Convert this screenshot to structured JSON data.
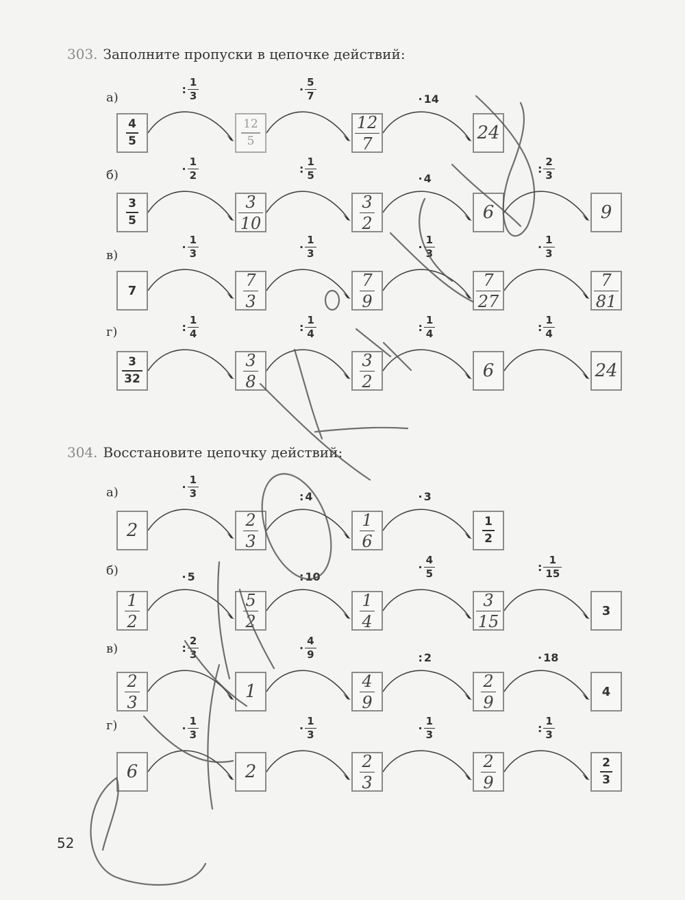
{
  "page_number": "52",
  "tasks": [
    {
      "number": "303.",
      "title": "Заполните пропуски в цепочке действий:",
      "rows": [
        {
          "label": "а)",
          "boxes": [
            {
              "n": "4",
              "d": "5",
              "style": "print"
            },
            {
              "n": "12",
              "d": "5",
              "style": "light"
            },
            {
              "n": "12",
              "d": "7",
              "style": "hw"
            },
            {
              "w": "24",
              "style": "hw"
            }
          ],
          "ops": [
            {
              "sym": ":",
              "n": "1",
              "d": "3"
            },
            {
              "sym": "·",
              "n": "5",
              "d": "7"
            },
            {
              "sym": "·",
              "w": "14"
            }
          ]
        },
        {
          "label": "б)",
          "boxes": [
            {
              "n": "3",
              "d": "5",
              "style": "print"
            },
            {
              "n": "3",
              "d": "10",
              "style": "hw"
            },
            {
              "n": "3",
              "d": "2",
              "style": "hw"
            },
            {
              "w": "6",
              "style": "hw"
            },
            {
              "w": "9",
              "style": "hw"
            }
          ],
          "ops": [
            {
              "sym": "·",
              "n": "1",
              "d": "2"
            },
            {
              "sym": ":",
              "n": "1",
              "d": "5"
            },
            {
              "sym": "·",
              "w": "4"
            },
            {
              "sym": ":",
              "n": "2",
              "d": "3"
            }
          ]
        },
        {
          "label": "в)",
          "boxes": [
            {
              "w": "7",
              "style": "print"
            },
            {
              "n": "7",
              "d": "3",
              "style": "hw"
            },
            {
              "n": "7",
              "d": "9",
              "style": "hw"
            },
            {
              "n": "7",
              "d": "27",
              "style": "hw"
            },
            {
              "n": "7",
              "d": "81",
              "style": "hw"
            }
          ],
          "ops": [
            {
              "sym": "·",
              "n": "1",
              "d": "3"
            },
            {
              "sym": "·",
              "n": "1",
              "d": "3"
            },
            {
              "sym": "·",
              "n": "1",
              "d": "3"
            },
            {
              "sym": "·",
              "n": "1",
              "d": "3"
            }
          ]
        },
        {
          "label": "г)",
          "boxes": [
            {
              "n": "3",
              "d": "32",
              "style": "print"
            },
            {
              "n": "3",
              "d": "8",
              "style": "hw"
            },
            {
              "n": "3",
              "d": "2",
              "style": "hw"
            },
            {
              "w": "6",
              "style": "hw"
            },
            {
              "w": "24",
              "style": "hw"
            }
          ],
          "ops": [
            {
              "sym": ":",
              "n": "1",
              "d": "4"
            },
            {
              "sym": ":",
              "n": "1",
              "d": "4"
            },
            {
              "sym": ":",
              "n": "1",
              "d": "4"
            },
            {
              "sym": ":",
              "n": "1",
              "d": "4"
            }
          ]
        }
      ]
    },
    {
      "number": "304.",
      "title": "Восстановите цепочку действий:",
      "rows": [
        {
          "label": "а)",
          "boxes": [
            {
              "w": "2",
              "style": "hw"
            },
            {
              "n": "2",
              "d": "3",
              "style": "hw"
            },
            {
              "n": "1",
              "d": "6",
              "style": "hw"
            },
            {
              "n": "1",
              "d": "2",
              "style": "print"
            }
          ],
          "ops": [
            {
              "sym": "·",
              "n": "1",
              "d": "3"
            },
            {
              "sym": ":",
              "w": "4"
            },
            {
              "sym": "·",
              "w": "3"
            }
          ]
        },
        {
          "label": "б)",
          "boxes": [
            {
              "n": "1",
              "d": "2",
              "style": "hw"
            },
            {
              "n": "5",
              "d": "2",
              "style": "hw"
            },
            {
              "n": "1",
              "d": "4",
              "style": "hw"
            },
            {
              "n": "3",
              "d": "15",
              "style": "hw"
            },
            {
              "w": "3",
              "style": "print"
            }
          ],
          "ops": [
            {
              "sym": "·",
              "w": "5"
            },
            {
              "sym": ":",
              "w": "10"
            },
            {
              "sym": "·",
              "n": "4",
              "d": "5"
            },
            {
              "sym": ":",
              "n": "1",
              "d": "15"
            }
          ]
        },
        {
          "label": "в)",
          "boxes": [
            {
              "n": "2",
              "d": "3",
              "style": "hw"
            },
            {
              "w": "1",
              "style": "hw"
            },
            {
              "n": "4",
              "d": "9",
              "style": "hw"
            },
            {
              "n": "2",
              "d": "9",
              "style": "hw"
            },
            {
              "w": "4",
              "style": "print"
            }
          ],
          "ops": [
            {
              "sym": ":",
              "n": "2",
              "d": "3"
            },
            {
              "sym": "·",
              "n": "4",
              "d": "9"
            },
            {
              "sym": ":",
              "w": "2"
            },
            {
              "sym": "·",
              "w": "18"
            }
          ]
        },
        {
          "label": "г)",
          "boxes": [
            {
              "w": "6",
              "style": "hw"
            },
            {
              "w": "2",
              "style": "hw"
            },
            {
              "n": "2",
              "d": "3",
              "style": "hw"
            },
            {
              "n": "2",
              "d": "9",
              "style": "hw"
            },
            {
              "n": "2",
              "d": "3",
              "style": "print"
            }
          ],
          "ops": [
            {
              "sym": "·",
              "n": "1",
              "d": "3"
            },
            {
              "sym": "·",
              "n": "1",
              "d": "3"
            },
            {
              "sym": "·",
              "n": "1",
              "d": "3"
            },
            {
              "sym": ":",
              "n": "1",
              "d": "3"
            }
          ]
        }
      ]
    }
  ]
}
